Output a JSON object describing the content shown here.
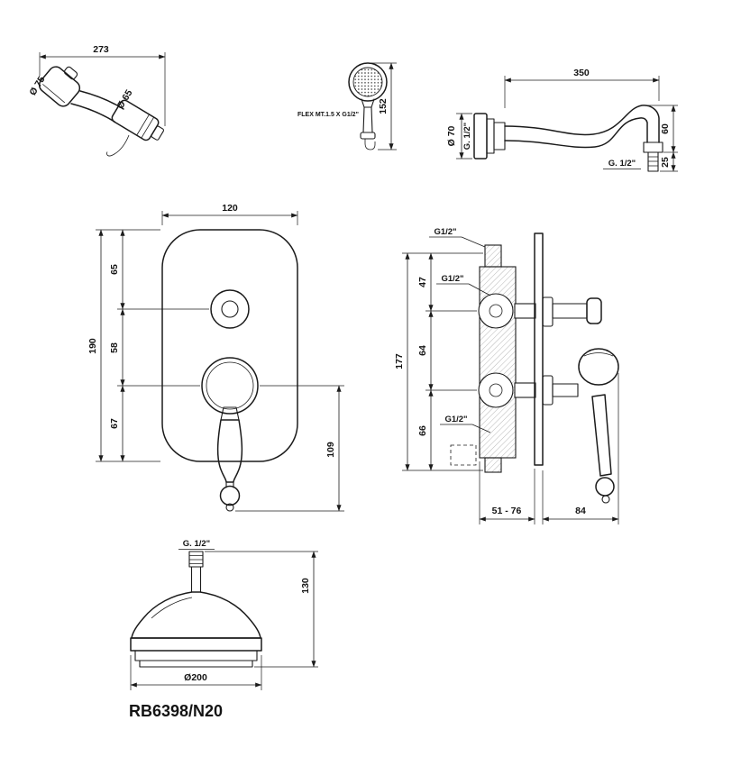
{
  "drawing": {
    "product_code": "RB6398/N20",
    "ink_color": "#1b1b1b",
    "background_color": "#ffffff"
  },
  "handshower_side": {
    "dim_length": "273",
    "dim_head_diameter": "Ø 75",
    "dim_base_diameter": "Ø 65"
  },
  "handshower_front": {
    "flex_label": "FLEX MT.1.5 X G1/2\"",
    "dim_height": "152"
  },
  "shower_arm": {
    "dim_length": "350",
    "dim_flange_diameter": "Ø 70",
    "thread_wall": "G. 1/2\"",
    "dim_drop": "60",
    "thread_outlet": "G. 1/2\"",
    "dim_outlet": "25"
  },
  "mixer_front": {
    "dim_width": "120",
    "dim_top_offset": "65",
    "dim_mid_offset": "58",
    "dim_bottom_offset": "67",
    "dim_plate_height": "190",
    "dim_lever_length": "109"
  },
  "mixer_side": {
    "thread_top": "G1/2\"",
    "thread_middle": "G1/2\"",
    "thread_bottom": "G1/2\"",
    "dim_top": "47",
    "dim_middle": "64",
    "dim_bottom": "66",
    "dim_total_height": "177",
    "dim_recess_depth": "51 - 76",
    "dim_projection": "84"
  },
  "rain_head": {
    "thread": "G. 1/2\"",
    "dim_height": "130",
    "dim_diameter": "Ø200"
  }
}
